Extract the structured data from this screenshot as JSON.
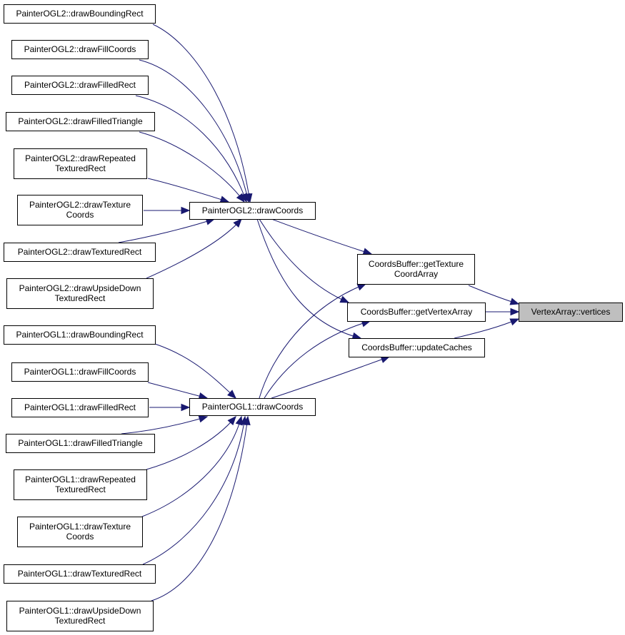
{
  "nodes": [
    {
      "id": "ogl2_boundingrect",
      "lines": [
        "PainterOGL2::drawBoundingRect"
      ]
    },
    {
      "id": "ogl2_fillcoords",
      "lines": [
        "PainterOGL2::drawFillCoords"
      ]
    },
    {
      "id": "ogl2_filledrect",
      "lines": [
        "PainterOGL2::drawFilledRect"
      ]
    },
    {
      "id": "ogl2_filledtriangle",
      "lines": [
        "PainterOGL2::drawFilledTriangle"
      ]
    },
    {
      "id": "ogl2_repeatedtexturedrect",
      "lines": [
        "PainterOGL2::drawRepeated",
        "TexturedRect"
      ]
    },
    {
      "id": "ogl2_texturecoords",
      "lines": [
        "PainterOGL2::drawTexture",
        "Coords"
      ]
    },
    {
      "id": "ogl2_texturedrect",
      "lines": [
        "PainterOGL2::drawTexturedRect"
      ]
    },
    {
      "id": "ogl2_upsidedowntexturedrect",
      "lines": [
        "PainterOGL2::drawUpsideDown",
        "TexturedRect"
      ]
    },
    {
      "id": "ogl2_drawcoords",
      "lines": [
        "PainterOGL2::drawCoords"
      ]
    },
    {
      "id": "cb_gettexturecoordarray",
      "lines": [
        "CoordsBuffer::getTexture",
        "CoordArray"
      ]
    },
    {
      "id": "cb_getvertexarray",
      "lines": [
        "CoordsBuffer::getVertexArray"
      ]
    },
    {
      "id": "cb_updatecaches",
      "lines": [
        "CoordsBuffer::updateCaches"
      ]
    },
    {
      "id": "va_vertices",
      "lines": [
        "VertexArray::vertices"
      ],
      "root": true
    },
    {
      "id": "ogl1_boundingrect",
      "lines": [
        "PainterOGL1::drawBoundingRect"
      ]
    },
    {
      "id": "ogl1_fillcoords",
      "lines": [
        "PainterOGL1::drawFillCoords"
      ]
    },
    {
      "id": "ogl1_filledrect",
      "lines": [
        "PainterOGL1::drawFilledRect"
      ]
    },
    {
      "id": "ogl1_filledtriangle",
      "lines": [
        "PainterOGL1::drawFilledTriangle"
      ]
    },
    {
      "id": "ogl1_repeatedtexturedrect",
      "lines": [
        "PainterOGL1::drawRepeated",
        "TexturedRect"
      ]
    },
    {
      "id": "ogl1_texturecoords",
      "lines": [
        "PainterOGL1::drawTexture",
        "Coords"
      ]
    },
    {
      "id": "ogl1_texturedrect",
      "lines": [
        "PainterOGL1::drawTexturedRect"
      ]
    },
    {
      "id": "ogl1_upsidedowntexturedrect",
      "lines": [
        "PainterOGL1::drawUpsideDown",
        "TexturedRect"
      ]
    },
    {
      "id": "ogl1_drawcoords",
      "lines": [
        "PainterOGL1::drawCoords"
      ]
    }
  ],
  "edges": [
    {
      "from": "ogl2_drawcoords",
      "to": "ogl2_boundingrect"
    },
    {
      "from": "ogl2_drawcoords",
      "to": "ogl2_fillcoords"
    },
    {
      "from": "ogl2_drawcoords",
      "to": "ogl2_filledrect"
    },
    {
      "from": "ogl2_drawcoords",
      "to": "ogl2_filledtriangle"
    },
    {
      "from": "ogl2_drawcoords",
      "to": "ogl2_repeatedtexturedrect"
    },
    {
      "from": "ogl2_drawcoords",
      "to": "ogl2_texturecoords"
    },
    {
      "from": "ogl2_drawcoords",
      "to": "ogl2_texturedrect"
    },
    {
      "from": "ogl2_drawcoords",
      "to": "ogl2_upsidedowntexturedrect"
    },
    {
      "from": "ogl1_drawcoords",
      "to": "ogl1_boundingrect"
    },
    {
      "from": "ogl1_drawcoords",
      "to": "ogl1_fillcoords"
    },
    {
      "from": "ogl1_drawcoords",
      "to": "ogl1_filledrect"
    },
    {
      "from": "ogl1_drawcoords",
      "to": "ogl1_filledtriangle"
    },
    {
      "from": "ogl1_drawcoords",
      "to": "ogl1_repeatedtexturedrect"
    },
    {
      "from": "ogl1_drawcoords",
      "to": "ogl1_texturecoords"
    },
    {
      "from": "ogl1_drawcoords",
      "to": "ogl1_texturedrect"
    },
    {
      "from": "ogl1_drawcoords",
      "to": "ogl1_upsidedowntexturedrect"
    },
    {
      "from": "cb_gettexturecoordarray",
      "to": "ogl2_drawcoords"
    },
    {
      "from": "cb_getvertexarray",
      "to": "ogl2_drawcoords"
    },
    {
      "from": "cb_updatecaches",
      "to": "ogl2_drawcoords"
    },
    {
      "from": "cb_gettexturecoordarray",
      "to": "ogl1_drawcoords"
    },
    {
      "from": "cb_getvertexarray",
      "to": "ogl1_drawcoords"
    },
    {
      "from": "cb_updatecaches",
      "to": "ogl1_drawcoords"
    },
    {
      "from": "va_vertices",
      "to": "cb_gettexturecoordarray"
    },
    {
      "from": "va_vertices",
      "to": "cb_getvertexarray"
    },
    {
      "from": "va_vertices",
      "to": "cb_updatecaches"
    }
  ],
  "colors": {
    "edge": "#191970",
    "root_fill": "#bfbfbf",
    "node_fill": "#ffffff",
    "node_border": "#000000"
  }
}
